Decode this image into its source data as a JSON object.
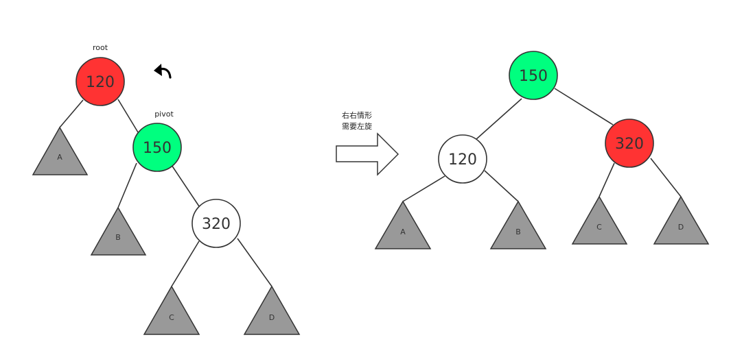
{
  "colors": {
    "red": "#ff3333",
    "green": "#00ff7f",
    "white": "#ffffff",
    "subtree": "#999999"
  },
  "before": {
    "root_label": "root",
    "pivot_label": "pivot",
    "rotate_icon": "rotate-left-arrow-icon",
    "nodes": [
      {
        "value": "120",
        "color": "red"
      },
      {
        "value": "150",
        "color": "green"
      },
      {
        "value": "320",
        "color": "white"
      }
    ],
    "subtrees": [
      "A",
      "B",
      "C",
      "D"
    ]
  },
  "transition": {
    "line1": "右右情形",
    "line2": "需要左旋"
  },
  "after": {
    "nodes": [
      {
        "value": "150",
        "color": "green"
      },
      {
        "value": "120",
        "color": "white"
      },
      {
        "value": "320",
        "color": "red"
      }
    ],
    "subtrees": [
      "A",
      "B",
      "C",
      "D"
    ]
  }
}
